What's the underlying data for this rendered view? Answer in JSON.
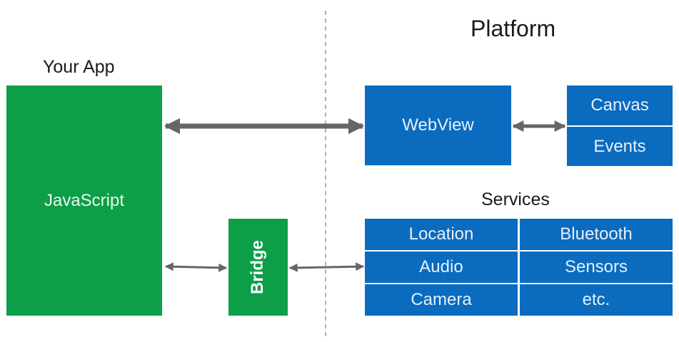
{
  "labels": {
    "your_app": "Your App",
    "platform": "Platform",
    "services": "Services"
  },
  "app": {
    "javascript": "JavaScript",
    "bridge": "Bridge"
  },
  "platform": {
    "webview": "WebView",
    "canvas": "Canvas",
    "events": "Events"
  },
  "services": {
    "items": [
      "Location",
      "Bluetooth",
      "Audio",
      "Sensors",
      "Camera",
      "etc."
    ]
  },
  "colors": {
    "green": "#0d9e48",
    "blue": "#0a6bbf",
    "arrow": "#666666",
    "divider": "#9a9a9a"
  }
}
